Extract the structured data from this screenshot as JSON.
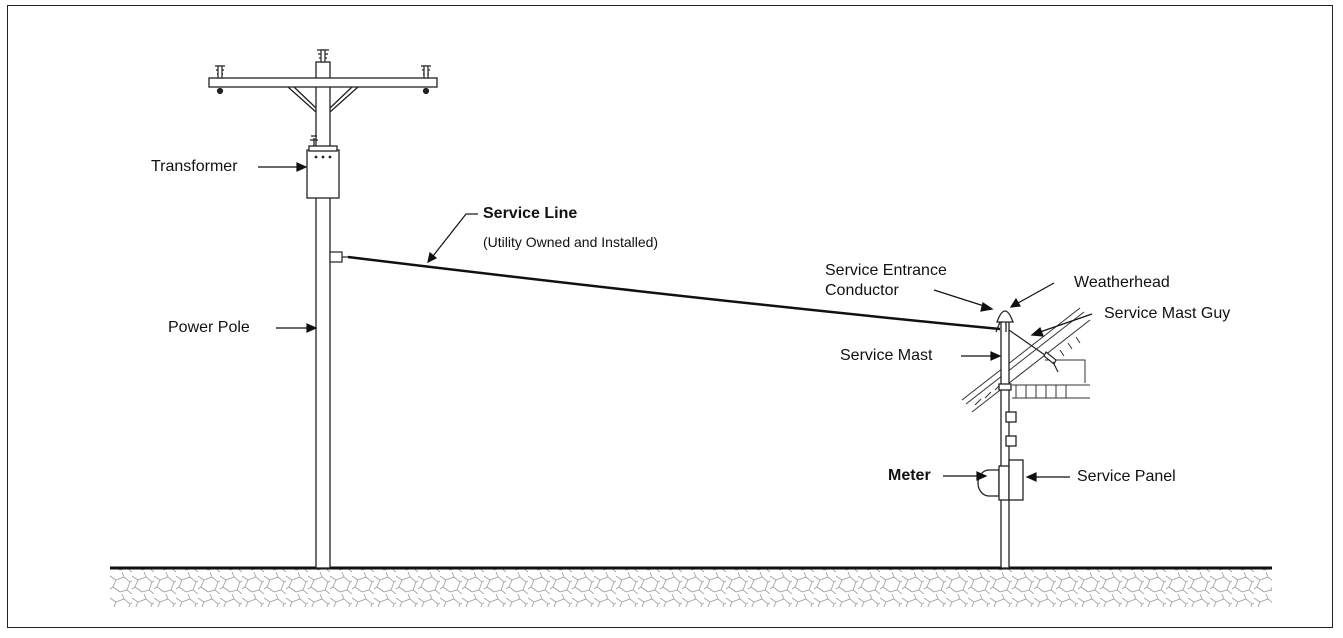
{
  "labels": {
    "transformer": "Transformer",
    "power_pole": "Power Pole",
    "service_line_title": "Service Line",
    "service_line_note": "(Utility Owned and Installed)",
    "service_entrance_conductor_l1": "Service Entrance",
    "service_entrance_conductor_l2": "Conductor",
    "weatherhead": "Weatherhead",
    "service_mast_guy": "Service Mast Guy",
    "service_mast": "Service Mast",
    "meter": "Meter",
    "service_panel": "Service Panel"
  }
}
